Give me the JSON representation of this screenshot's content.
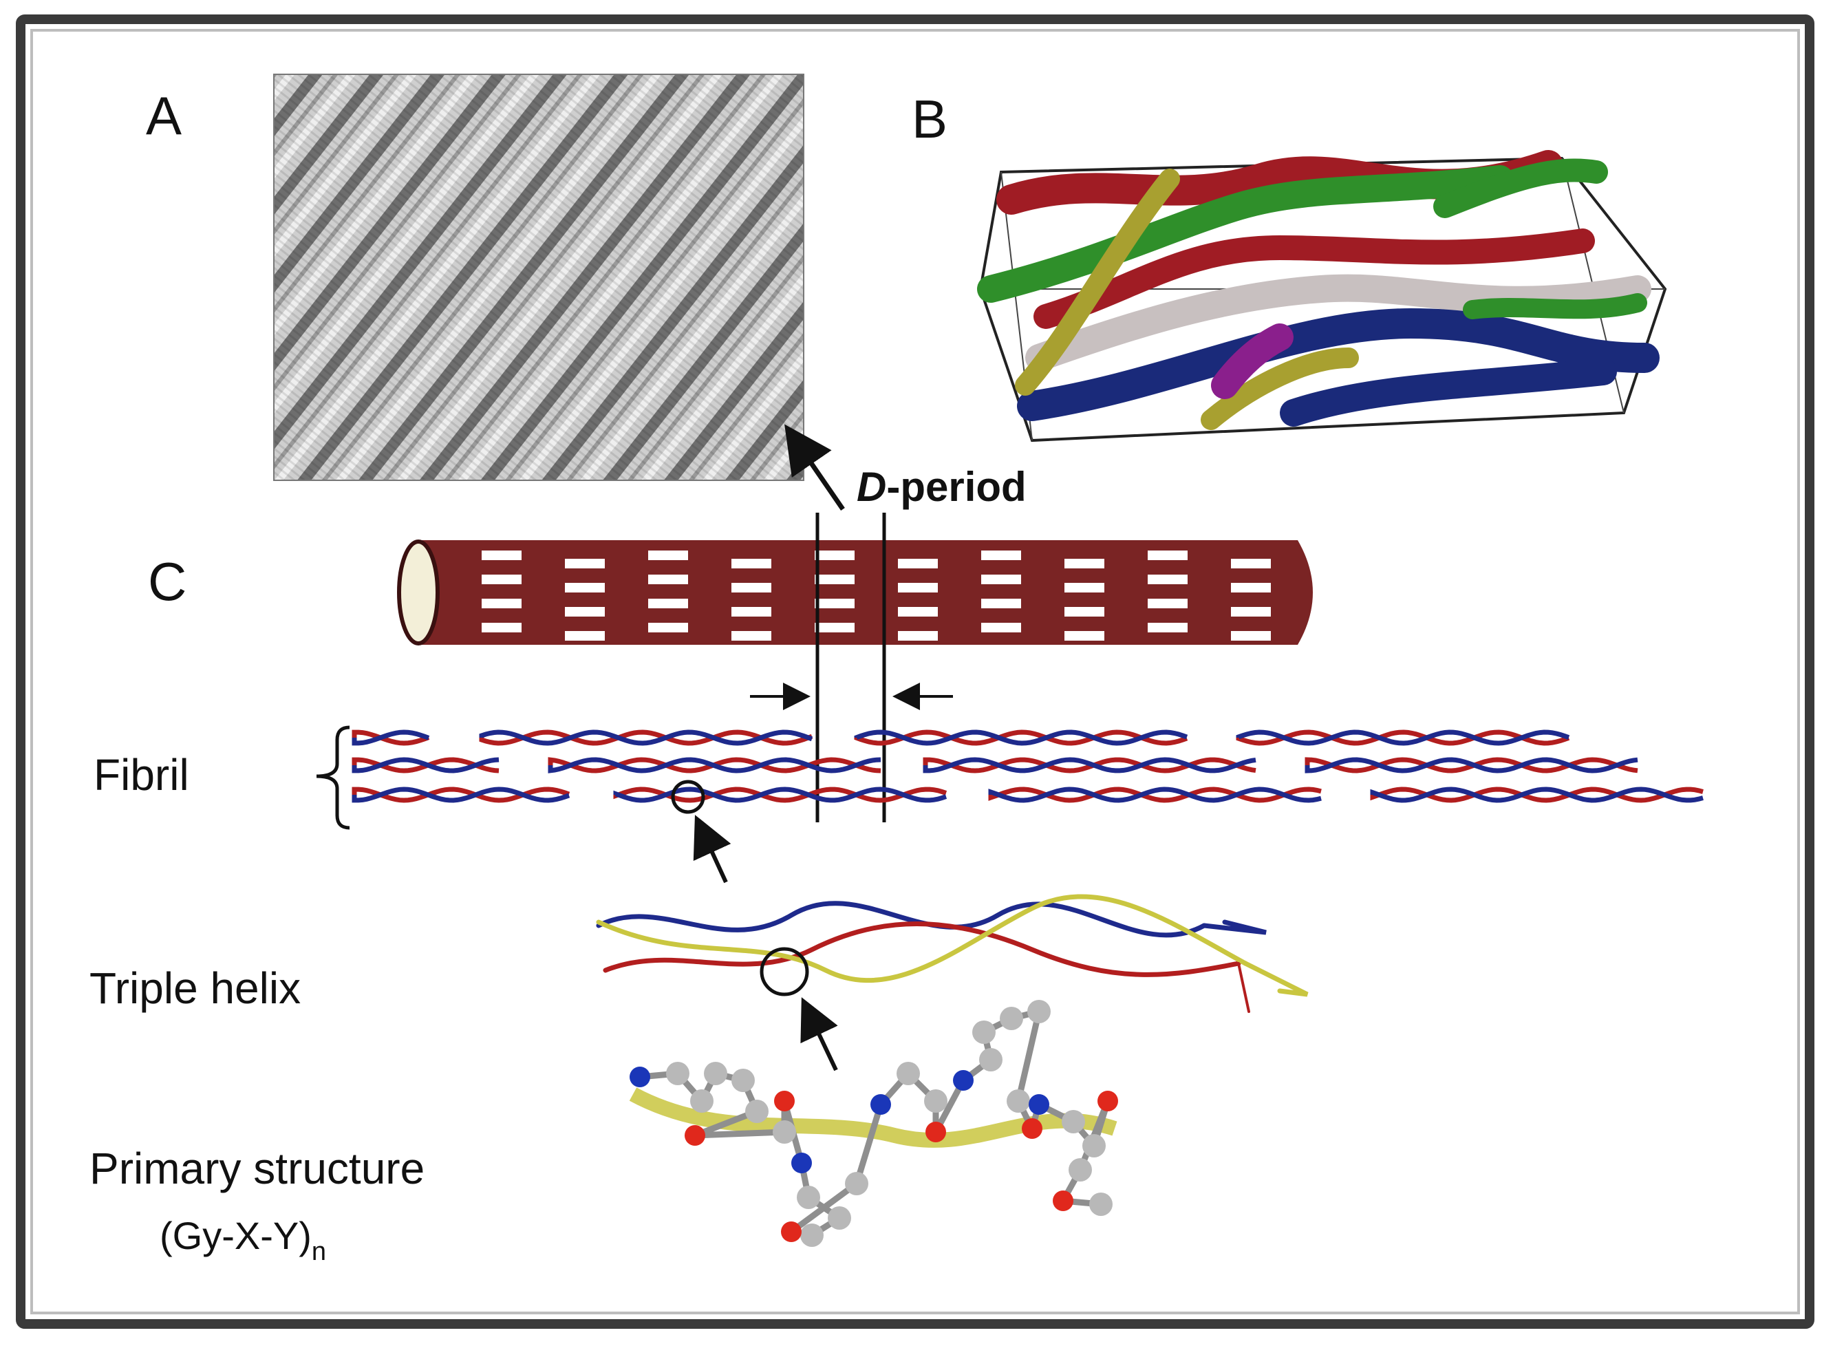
{
  "labels": {
    "panel_a": "A",
    "panel_b": "B",
    "panel_c": "C",
    "d_period_italic": "D",
    "d_period_rest": "-period",
    "fibril": "Fibril",
    "triple_helix": "Triple helix",
    "primary_structure": "Primary structure",
    "repeat_unit": "(Gy-X-Y)",
    "repeat_subscript": "n"
  },
  "colors": {
    "frame_outer": "#3a3a3a",
    "fibril_body": "#7a2424",
    "fibril_end": "#f3efd8",
    "band": "#ffffff",
    "strand_red": "#b21e1e",
    "strand_blue": "#1e2a8c",
    "strand_yellow": "#c9c640",
    "atom_carbon": "#b8b8b8",
    "atom_nitrogen": "#1a36b8",
    "atom_oxygen": "#e0281c",
    "molecule_red": "#a01c24",
    "molecule_green": "#2f8f2a",
    "molecule_navy": "#1a2a7a",
    "molecule_grey": "#c8c0c0",
    "molecule_olive": "#a8a030",
    "molecule_purple": "#8a1f8c"
  }
}
